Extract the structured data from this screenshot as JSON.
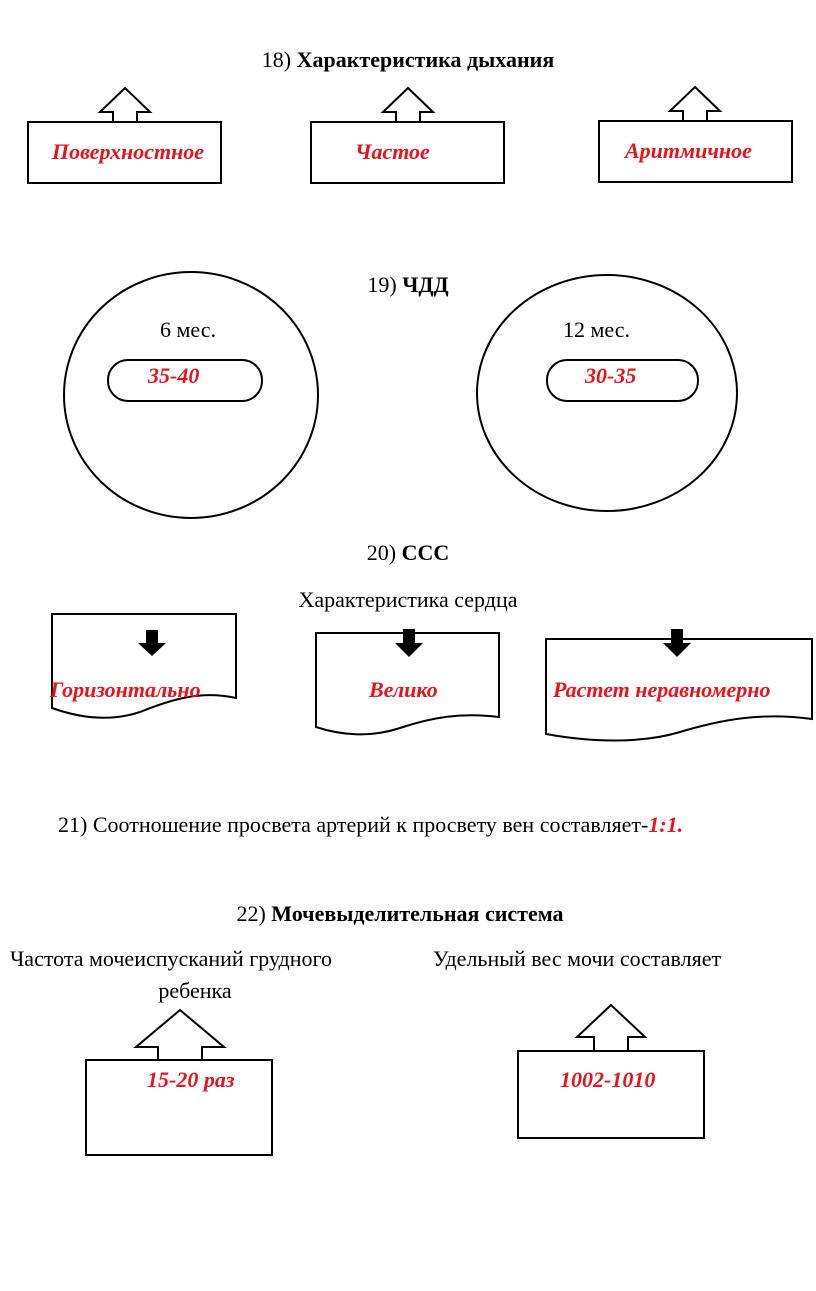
{
  "s18": {
    "num": "18)",
    "title": "Характеристика дыхания",
    "items": [
      "Поверхностное",
      "Частое",
      "Аритмичное"
    ]
  },
  "s19": {
    "num": "19)",
    "title": "ЧДД",
    "groups": [
      {
        "age": "6 мес.",
        "value": "35-40"
      },
      {
        "age": "12 мес.",
        "value": "30-35"
      }
    ]
  },
  "s20": {
    "num": "20)",
    "title": "ССС",
    "subtitle": "Характеристика сердца",
    "items": [
      "Горизонтально",
      "Велико",
      "Растет неравномерно"
    ]
  },
  "s21": {
    "text": "21) Соотношение просвета артерий к просвету вен составляет-",
    "answer": "1:1."
  },
  "s22": {
    "num": "22)",
    "title": "Мочевыделительная система",
    "left_label_1": "Частота мочеиспусканий грудного",
    "left_label_2": "ребенка",
    "right_label": "Удельный вес мочи составляет",
    "left_value": "15-20 раз",
    "right_value": "1002-1010"
  }
}
